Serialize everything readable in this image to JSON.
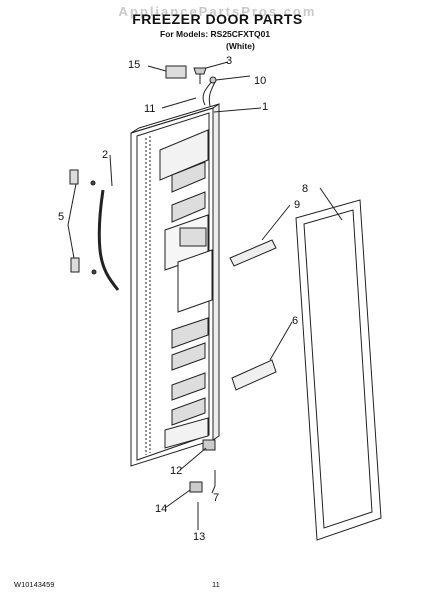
{
  "header": {
    "watermark": "AppliancePartsPros.com",
    "title": "FREEZER DOOR PARTS",
    "models_line": "For Models: RS25CFXTQ01",
    "color_line": "(White)"
  },
  "callouts": [
    "15",
    "3",
    "10",
    "11",
    "1",
    "2",
    "8",
    "9",
    "5",
    "6",
    "12",
    "7",
    "14",
    "13"
  ],
  "footer": {
    "doc_number": "W10143459",
    "page_number": "11"
  }
}
